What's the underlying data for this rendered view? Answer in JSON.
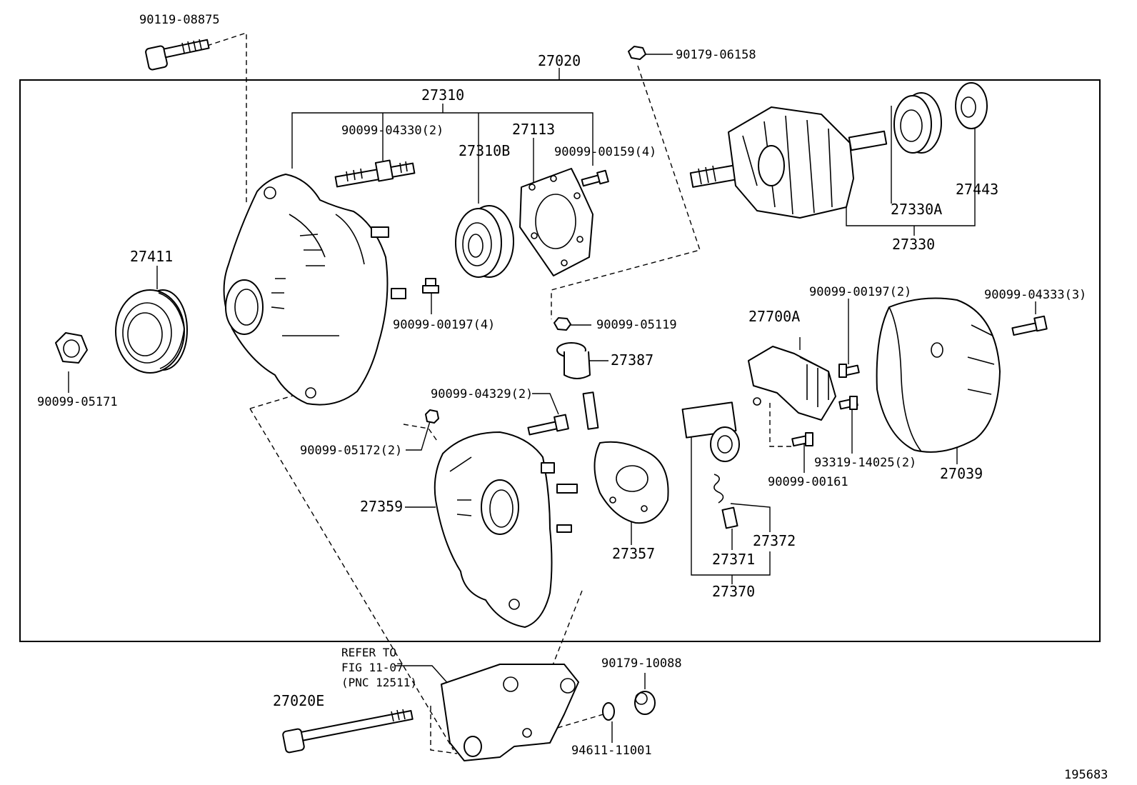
{
  "diagram_id": "195683",
  "assembly_label": "27020",
  "parts": {
    "p90119_08875": "90119-08875",
    "p90179_06158": "90179-06158",
    "p27310": "27310",
    "p90099_04330": "90099-04330(2)",
    "p27113": "27113",
    "p27310B": "27310B",
    "p90099_00159": "90099-00159(4)",
    "p27411": "27411",
    "p90099_05171": "90099-05171",
    "p90099_00197_4": "90099-00197(4)",
    "p90099_05119": "90099-05119",
    "p27387": "27387",
    "p27330A": "27330A",
    "p27443": "27443",
    "p27330": "27330",
    "p90099_00197_2": "90099-00197(2)",
    "p90099_04333": "90099-04333(3)",
    "p27700A": "27700A",
    "p90099_04329": "90099-04329(2)",
    "p90099_05172": "90099-05172(2)",
    "p27359": "27359",
    "p27357": "27357",
    "p93319_14025": "93319-14025(2)",
    "p90099_00161": "90099-00161",
    "p27039": "27039",
    "p27372": "27372",
    "p27371": "27371",
    "p27370": "27370",
    "p27020E": "27020E",
    "p90179_10088": "90179-10088",
    "p94611_11001": "94611-11001"
  },
  "reference_note": {
    "line1": "REFER TO",
    "line2": "FIG 11-07",
    "line3": "(PNC 12511)"
  }
}
